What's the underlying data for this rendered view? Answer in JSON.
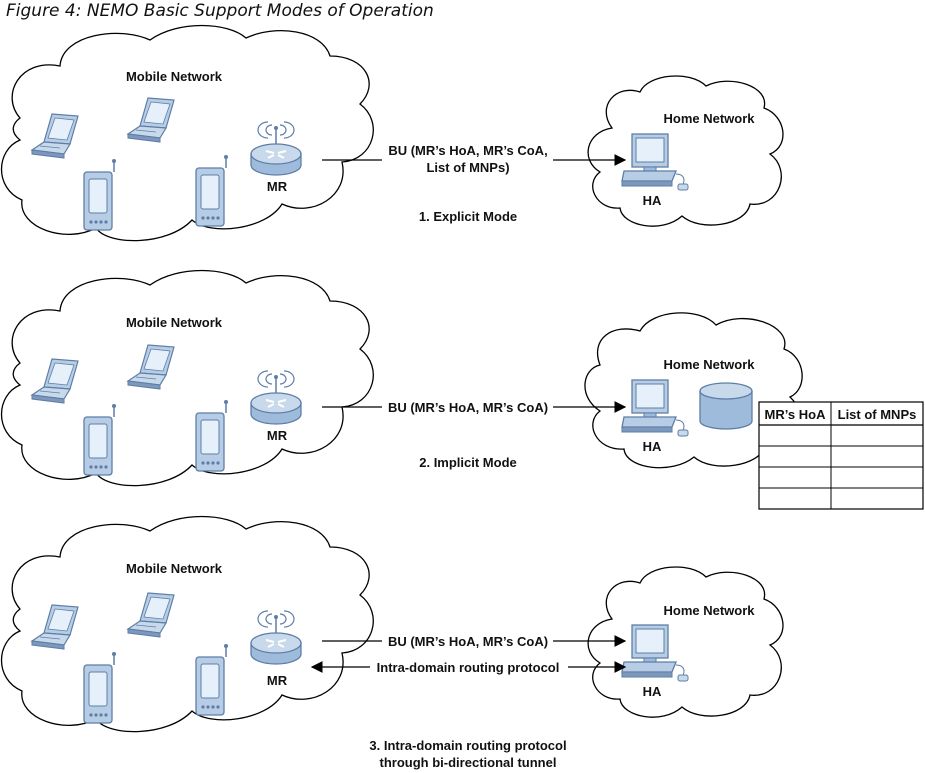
{
  "figure_title": "Figure 4: NEMO Basic Support Modes of Operation",
  "colors": {
    "device_blue": "#b7cde6",
    "device_dark": "#5e7ea6",
    "screen": "#e6f0fb",
    "line": "#000000"
  },
  "panels": [
    {
      "mobile_network_label": "Mobile Network",
      "router_label": "MR",
      "home_network_label": "Home Network",
      "ha_label": "HA",
      "bu_lines": [
        "BU (MR’s HoA, MR’s CoA,",
        "List of MNPs)"
      ],
      "mode_lines": [
        "1. Explicit Mode"
      ]
    },
    {
      "mobile_network_label": "Mobile Network",
      "router_label": "MR",
      "home_network_label": "Home Network",
      "ha_label": "HA",
      "bu_lines": [
        "BU (MR’s HoA, MR’s CoA)"
      ],
      "mode_lines": [
        "2. Implicit Mode"
      ],
      "table": {
        "headers": [
          "MR’s HoA",
          "List of MNPs"
        ],
        "empty_rows": 4
      }
    },
    {
      "mobile_network_label": "Mobile Network",
      "router_label": "MR",
      "home_network_label": "Home Network",
      "ha_label": "HA",
      "bu_lines": [
        "BU (MR’s HoA, MR’s CoA)"
      ],
      "routing_label": "Intra-domain routing protocol",
      "mode_lines": [
        "3. Intra-domain routing protocol",
        "through bi-directional tunnel"
      ]
    }
  ]
}
